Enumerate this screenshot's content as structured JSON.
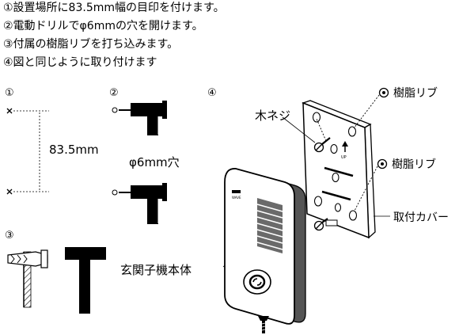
{
  "instructions": [
    "①設置場所に83.5mm幅の目印を付けます。",
    "②電動ドリルでφ6mmの穴を開けます。",
    "③付属の樹脂リブを打ち込みます。",
    "④図と同じように取り付けます"
  ],
  "steps": {
    "s1": "①",
    "s2": "②",
    "s3": "③",
    "s4": "④"
  },
  "labels": {
    "spacing": "83.5mm",
    "hole": "φ6mm穴",
    "wood_screw": "木ネジ",
    "resin_rib_top": "樹脂リブ",
    "resin_rib_mid": "樹脂リブ",
    "mount_cover": "取付カバー",
    "unit_body": "玄関子機本体",
    "up_mark": "UP",
    "brand_mark": "WAVE"
  },
  "colors": {
    "ink": "#000000",
    "unit_side": "#555555",
    "speaker": "#6a6a6a"
  }
}
